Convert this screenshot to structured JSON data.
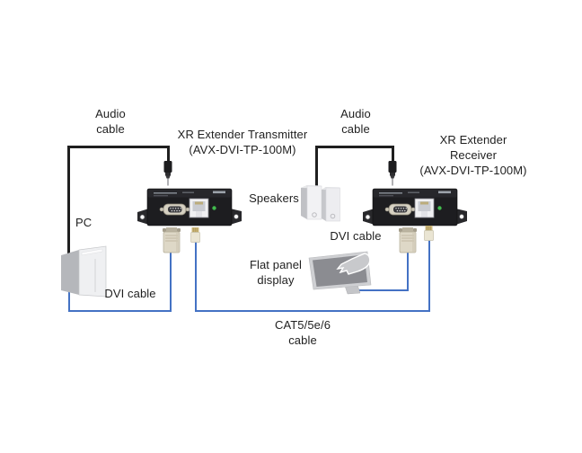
{
  "colors": {
    "background": "#ffffff",
    "text": "#1f1f1f",
    "cable_audio": "#1f1f1f",
    "cable_data": "#4472c4",
    "device_body": "#1d1d20",
    "led_green": "#41bb4d",
    "connector_beige": "#ded8c7"
  },
  "diagram": {
    "transmitter": {
      "label": "XR Extender Transmitter\n(AVX-DVI-TP-100M)"
    },
    "receiver": {
      "label": "XR Extender\nReceiver\n(AVX-DVI-TP-100M)"
    },
    "pc": {
      "label": "PC"
    },
    "speakers": {
      "label": "Speakers"
    },
    "flat_panel": {
      "label": "Flat panel\ndisplay"
    },
    "cables": {
      "audio_left": "Audio\ncable",
      "audio_right": "Audio\ncable",
      "dvi_left": "DVI cable",
      "dvi_right": "DVI cable",
      "cat5": "CAT5/5e/6\ncable"
    }
  }
}
